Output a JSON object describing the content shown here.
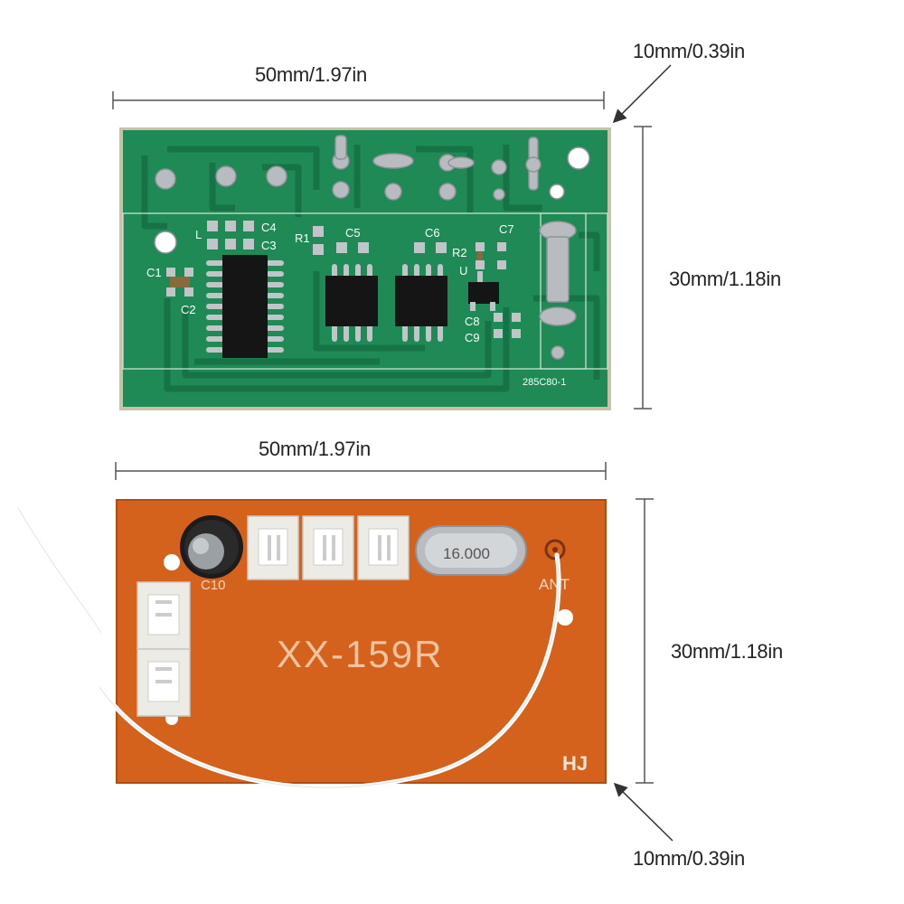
{
  "top_board": {
    "width_label": "50mm/1.97in",
    "height_label": "30mm/1.18in",
    "thickness_label": "10mm/0.39in",
    "silkscreen": {
      "c1": "C1",
      "c2": "C2",
      "c3": "C3",
      "c4": "C4",
      "c5": "C5",
      "c6": "C6",
      "c7": "C7",
      "c8": "C8",
      "c9": "C9",
      "r1": "R1",
      "r2": "R2",
      "l": "L",
      "u": "U",
      "part_no": "285C80-1"
    },
    "color": "#1f8a55"
  },
  "bottom_board": {
    "width_label": "50mm/1.97in",
    "height_label": "30mm/1.18in",
    "thickness_label": "10mm/0.39in",
    "model": "XX-159R",
    "crystal": "16.000",
    "ant_label": "ANT",
    "c10_label": "C10",
    "logo": "HJ",
    "color": "#d4621c"
  }
}
